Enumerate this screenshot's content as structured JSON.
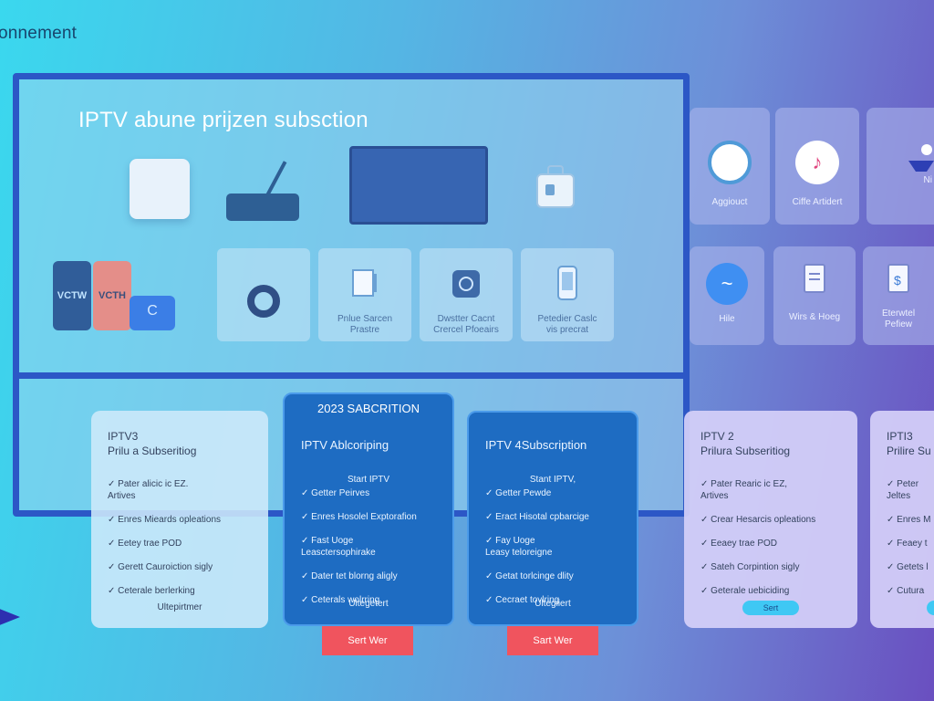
{
  "header": {
    "brand": "onnement"
  },
  "hero": {
    "title": "IPTV abune prijzen subsction"
  },
  "devices": {
    "card_a": "VCTW",
    "card_b": "VCTH",
    "card_c": "C"
  },
  "tiles": [
    {
      "label": ""
    },
    {
      "label": "Pnlue Sarcen\nPrastre"
    },
    {
      "label": "Dwstter Cacnt\nCrercel Pfoeairs"
    },
    {
      "label": "Petedier Caslc\nvis precrat"
    }
  ],
  "apps": [
    {
      "label": "Aggiouct"
    },
    {
      "label": "Ciffe Artidert"
    },
    {
      "label": "Ni"
    },
    {
      "label": "Hile"
    },
    {
      "label": "Wirs & Hoeg"
    },
    {
      "label": "Eterwtel\nPefiew"
    }
  ],
  "featured_label": "2023 SABCRITION",
  "plans": [
    {
      "title": "IPTV3",
      "subtitle": "Prilu a Subseritiog",
      "features": [
        "Pater alicic ic EZ.\nArtives",
        "Enres Mieards opleations",
        "Eetey trae POD",
        "Gerett Cauroiction sigly",
        "Ceterale berlerking"
      ],
      "footer": "Ultepirtmer"
    },
    {
      "title": "IPTV Ablcoriping",
      "subtitle": "",
      "intro": "Start IPTV",
      "features": [
        "Getter Peirves",
        "Enres Hosolel Exptorafion",
        "Fast Uoge\nLeasctersophirake",
        "Dater tet blorng aligly",
        "Ceterals wolrring"
      ],
      "footer": "Ultegetert",
      "button": "Sert Wer"
    },
    {
      "title": "IPTV 4Subscription",
      "subtitle": "",
      "intro": "Stant IPTV,",
      "features": [
        "Getter Pewde",
        "Eract Hisotal cpbarcige",
        "Fay Uoge\nLeasy teloreigne",
        "Getat torlcinge dlity",
        "Cecraet tovlring"
      ],
      "footer": "Ultegiiert",
      "button": "Sart Wer"
    },
    {
      "title": "IPTV 2",
      "subtitle": "Prilura Subseritiog",
      "features": [
        "Pater Rearic ic EZ,\nArtives",
        "Crear Hesarcis opleations",
        "Eeaey trae POD",
        "Sateh Corpintion sigly",
        "Geterale uebiciding"
      ],
      "pill": "Sert"
    },
    {
      "title": "IPTI3",
      "subtitle": "Prilire Su",
      "features": [
        "Peter\nJeltes",
        "Enres M",
        "Feaey t",
        "Getets l",
        "Cutura"
      ]
    }
  ]
}
